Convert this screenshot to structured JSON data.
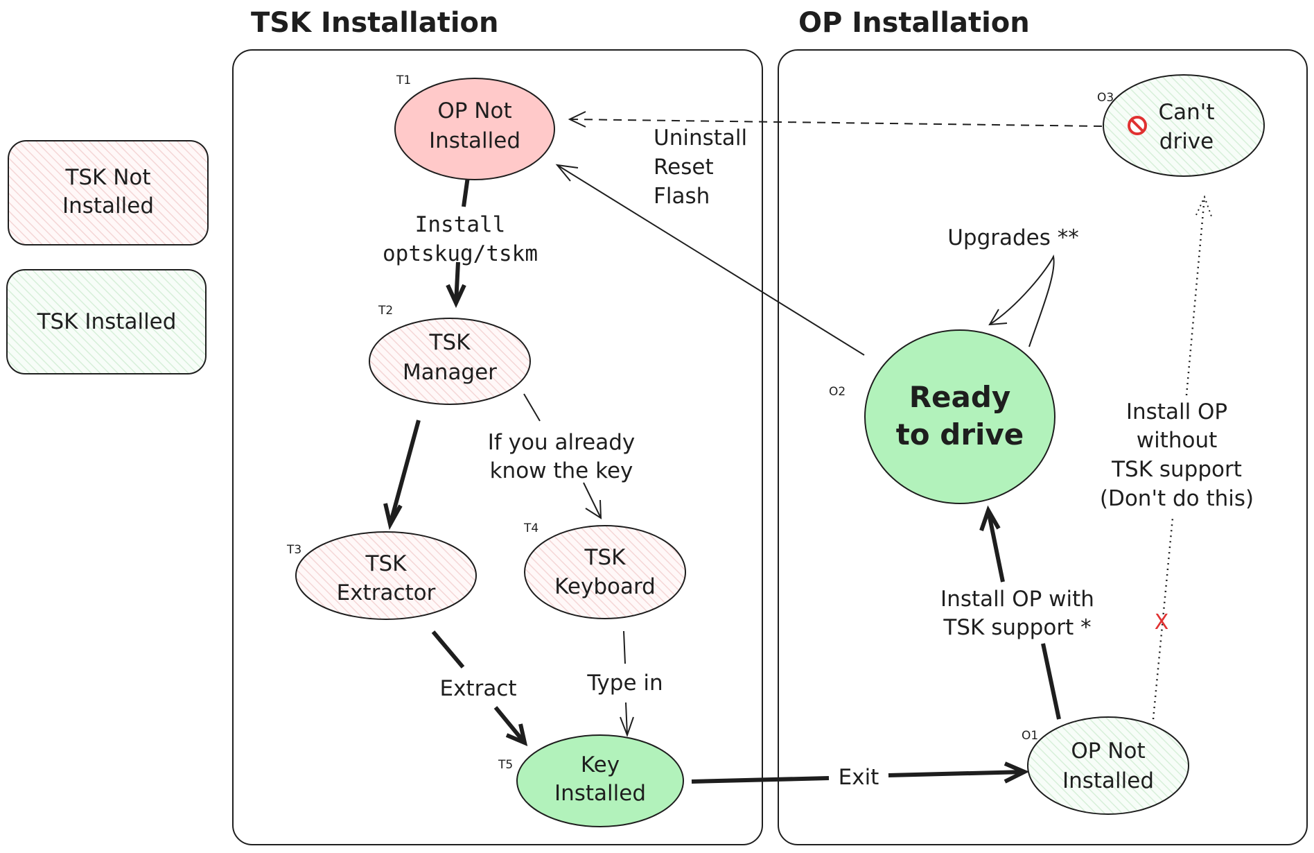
{
  "colors": {
    "stroke": "#1e1e1e",
    "not_installed_fill": "#ffc9c9",
    "not_installed_hatch": "#f4d6d6",
    "installed_fill": "#b2f2bb",
    "installed_hatch": "#d7efd9",
    "cross_red": "#e03131"
  },
  "frames": {
    "tsk_title": "TSK Installation",
    "op_title": "OP Installation"
  },
  "legend": {
    "not_installed": [
      "TSK Not",
      "Installed"
    ],
    "installed": "TSK Installed"
  },
  "nodes": {
    "t1": {
      "id": "T1",
      "lines": [
        "OP Not",
        "Installed"
      ]
    },
    "t2": {
      "id": "T2",
      "lines": [
        "TSK",
        "Manager"
      ]
    },
    "t3": {
      "id": "T3",
      "lines": [
        "TSK",
        "Extractor"
      ]
    },
    "t4": {
      "id": "T4",
      "lines": [
        "TSK",
        "Keyboard"
      ]
    },
    "t5": {
      "id": "T5",
      "lines": [
        "Key",
        "Installed"
      ]
    },
    "o1": {
      "id": "O1",
      "lines": [
        "OP Not",
        "Installed"
      ]
    },
    "o2": {
      "id": "O2",
      "lines": [
        "Ready",
        "to drive"
      ]
    },
    "o3": {
      "id": "O3",
      "lines": [
        "Can't",
        "drive"
      ],
      "icon": "prohibited-icon"
    }
  },
  "edges": {
    "install_tskm": [
      "Install",
      "optskug/tskm"
    ],
    "already_know_key": [
      "If you already",
      "know the key"
    ],
    "extract": "Extract",
    "type_in": "Type in",
    "exit": "Exit",
    "install_op_with_tsk": [
      "Install OP with",
      "TSK support *"
    ],
    "upgrades": "Upgrades **",
    "install_op_without_tsk": [
      "Install OP",
      "without",
      "TSK support",
      "(Don't do this)"
    ],
    "uninstall_reset_flash": [
      "Uninstall",
      "Reset",
      "Flash"
    ],
    "blocked_mark": "X"
  }
}
